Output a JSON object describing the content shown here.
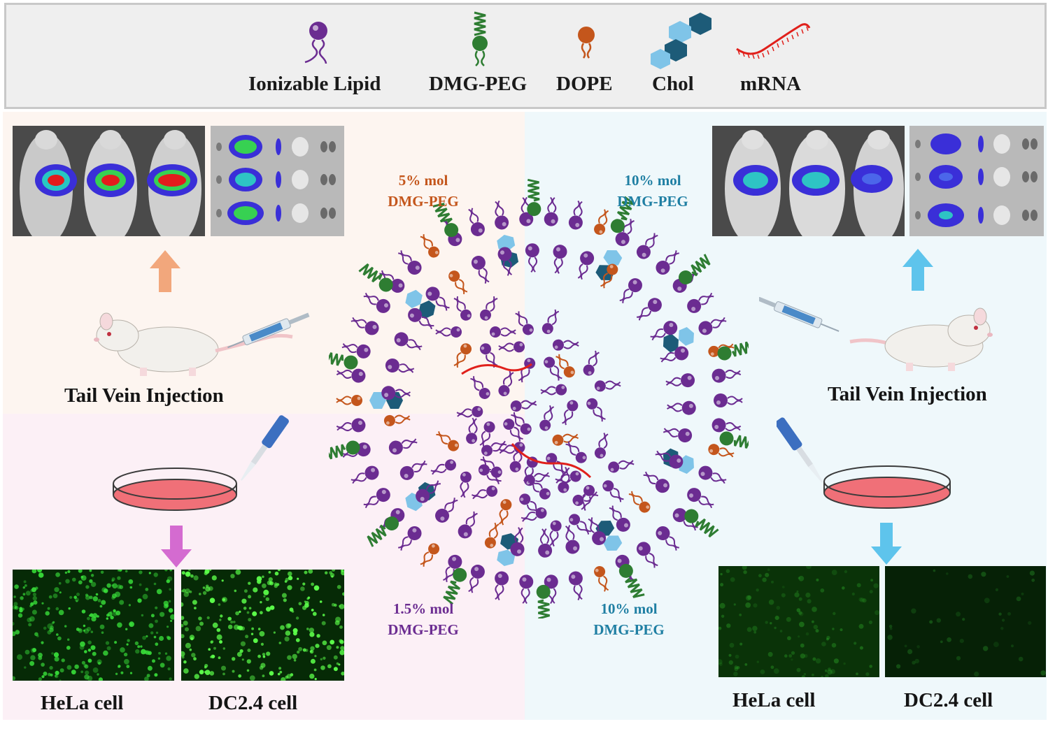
{
  "legend": {
    "items": [
      {
        "name": "ionizable-lipid",
        "label": "Ionizable Lipid",
        "color": "#6b2c91"
      },
      {
        "name": "dmg-peg",
        "label": "DMG-PEG",
        "color": "#2e7d32"
      },
      {
        "name": "dope",
        "label": "DOPE",
        "color": "#c4561c"
      },
      {
        "name": "chol",
        "label": "Chol",
        "color": "#7fc4e8"
      },
      {
        "name": "mrna",
        "label": "mRNA",
        "color": "#e0201b"
      }
    ]
  },
  "left": {
    "injection_label": "Tail Vein Injection",
    "hela_label": "HeLa cell",
    "dc_label": "DC2.4 cell",
    "arrow_color_top": "#f2a77c",
    "arrow_color_bottom": "#d46bd0"
  },
  "right": {
    "injection_label": "Tail Vein Injection",
    "hela_label": "HeLa cell",
    "dc_label": "DC2.4 cell",
    "arrow_color": "#5ec4ec"
  },
  "annotations": {
    "top_left": {
      "line1": "5% mol",
      "line2": "DMG-PEG",
      "color": "#c4561c"
    },
    "top_right": {
      "line1": "10% mol",
      "line2": "DMG-PEG",
      "color": "#1f7fa3"
    },
    "bottom_left": {
      "line1": "1.5% mol",
      "line2": "DMG-PEG",
      "color": "#6b2c91"
    },
    "bottom_right": {
      "line1": "10% mol",
      "line2": "DMG-PEG",
      "color": "#1f7fa3"
    }
  },
  "colors": {
    "lipid": "#6b2c91",
    "peg": "#2e7d32",
    "dope": "#c4561c",
    "chol_light": "#7fc4e8",
    "chol_dark": "#1d5b78",
    "mrna": "#e0201b",
    "petri": "#f07078"
  }
}
